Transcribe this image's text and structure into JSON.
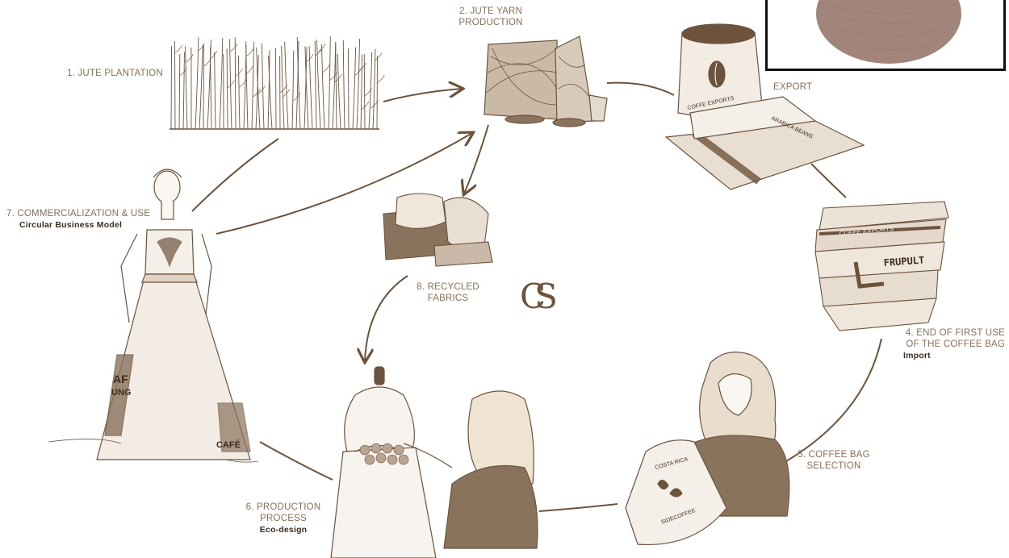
{
  "steps": {
    "s1": {
      "label": "1. JUTE PLANTATION"
    },
    "s2": {
      "line1": "2. JUTE YARN",
      "line2": "PRODUCTION"
    },
    "s3": {
      "line1": "EXPORT"
    },
    "s4": {
      "line1": "4. END OF FIRST USE",
      "line2": "OF THE COFFEE BAG",
      "sub": "Import"
    },
    "s5": {
      "line1": "5. COFFEE BAG",
      "line2": "SELECTION"
    },
    "s6": {
      "line1": "6. PRODUCTION",
      "line2": "PROCESS",
      "sub": "Eco-design"
    },
    "s7": {
      "line1": "7. COMMERCIALIZATION & USE",
      "sub": "Circular Business Model"
    },
    "s8": {
      "line1": "8. RECYCLED",
      "line2": "FABRICS"
    }
  },
  "logo": "CS",
  "illustration_text": {
    "bag_top": "COFFE EXPORTS",
    "bag_bottom": "ARABICA BEANS",
    "pile_top": "COFFE EXPORTS",
    "pile_mid": "FRUPULT",
    "dress_text_1": "CAFÉ",
    "dress_text_2": "AF",
    "dress_text_3": "UNG",
    "bag_held": "COSTA RICA",
    "bag_held_2": "SIDECOFFEE"
  },
  "colors": {
    "ink": "#6e533c",
    "light": "#c9b8a6",
    "label": "#8a6f55",
    "bold": "#3d2b1c",
    "yarn": "#a1847a"
  }
}
